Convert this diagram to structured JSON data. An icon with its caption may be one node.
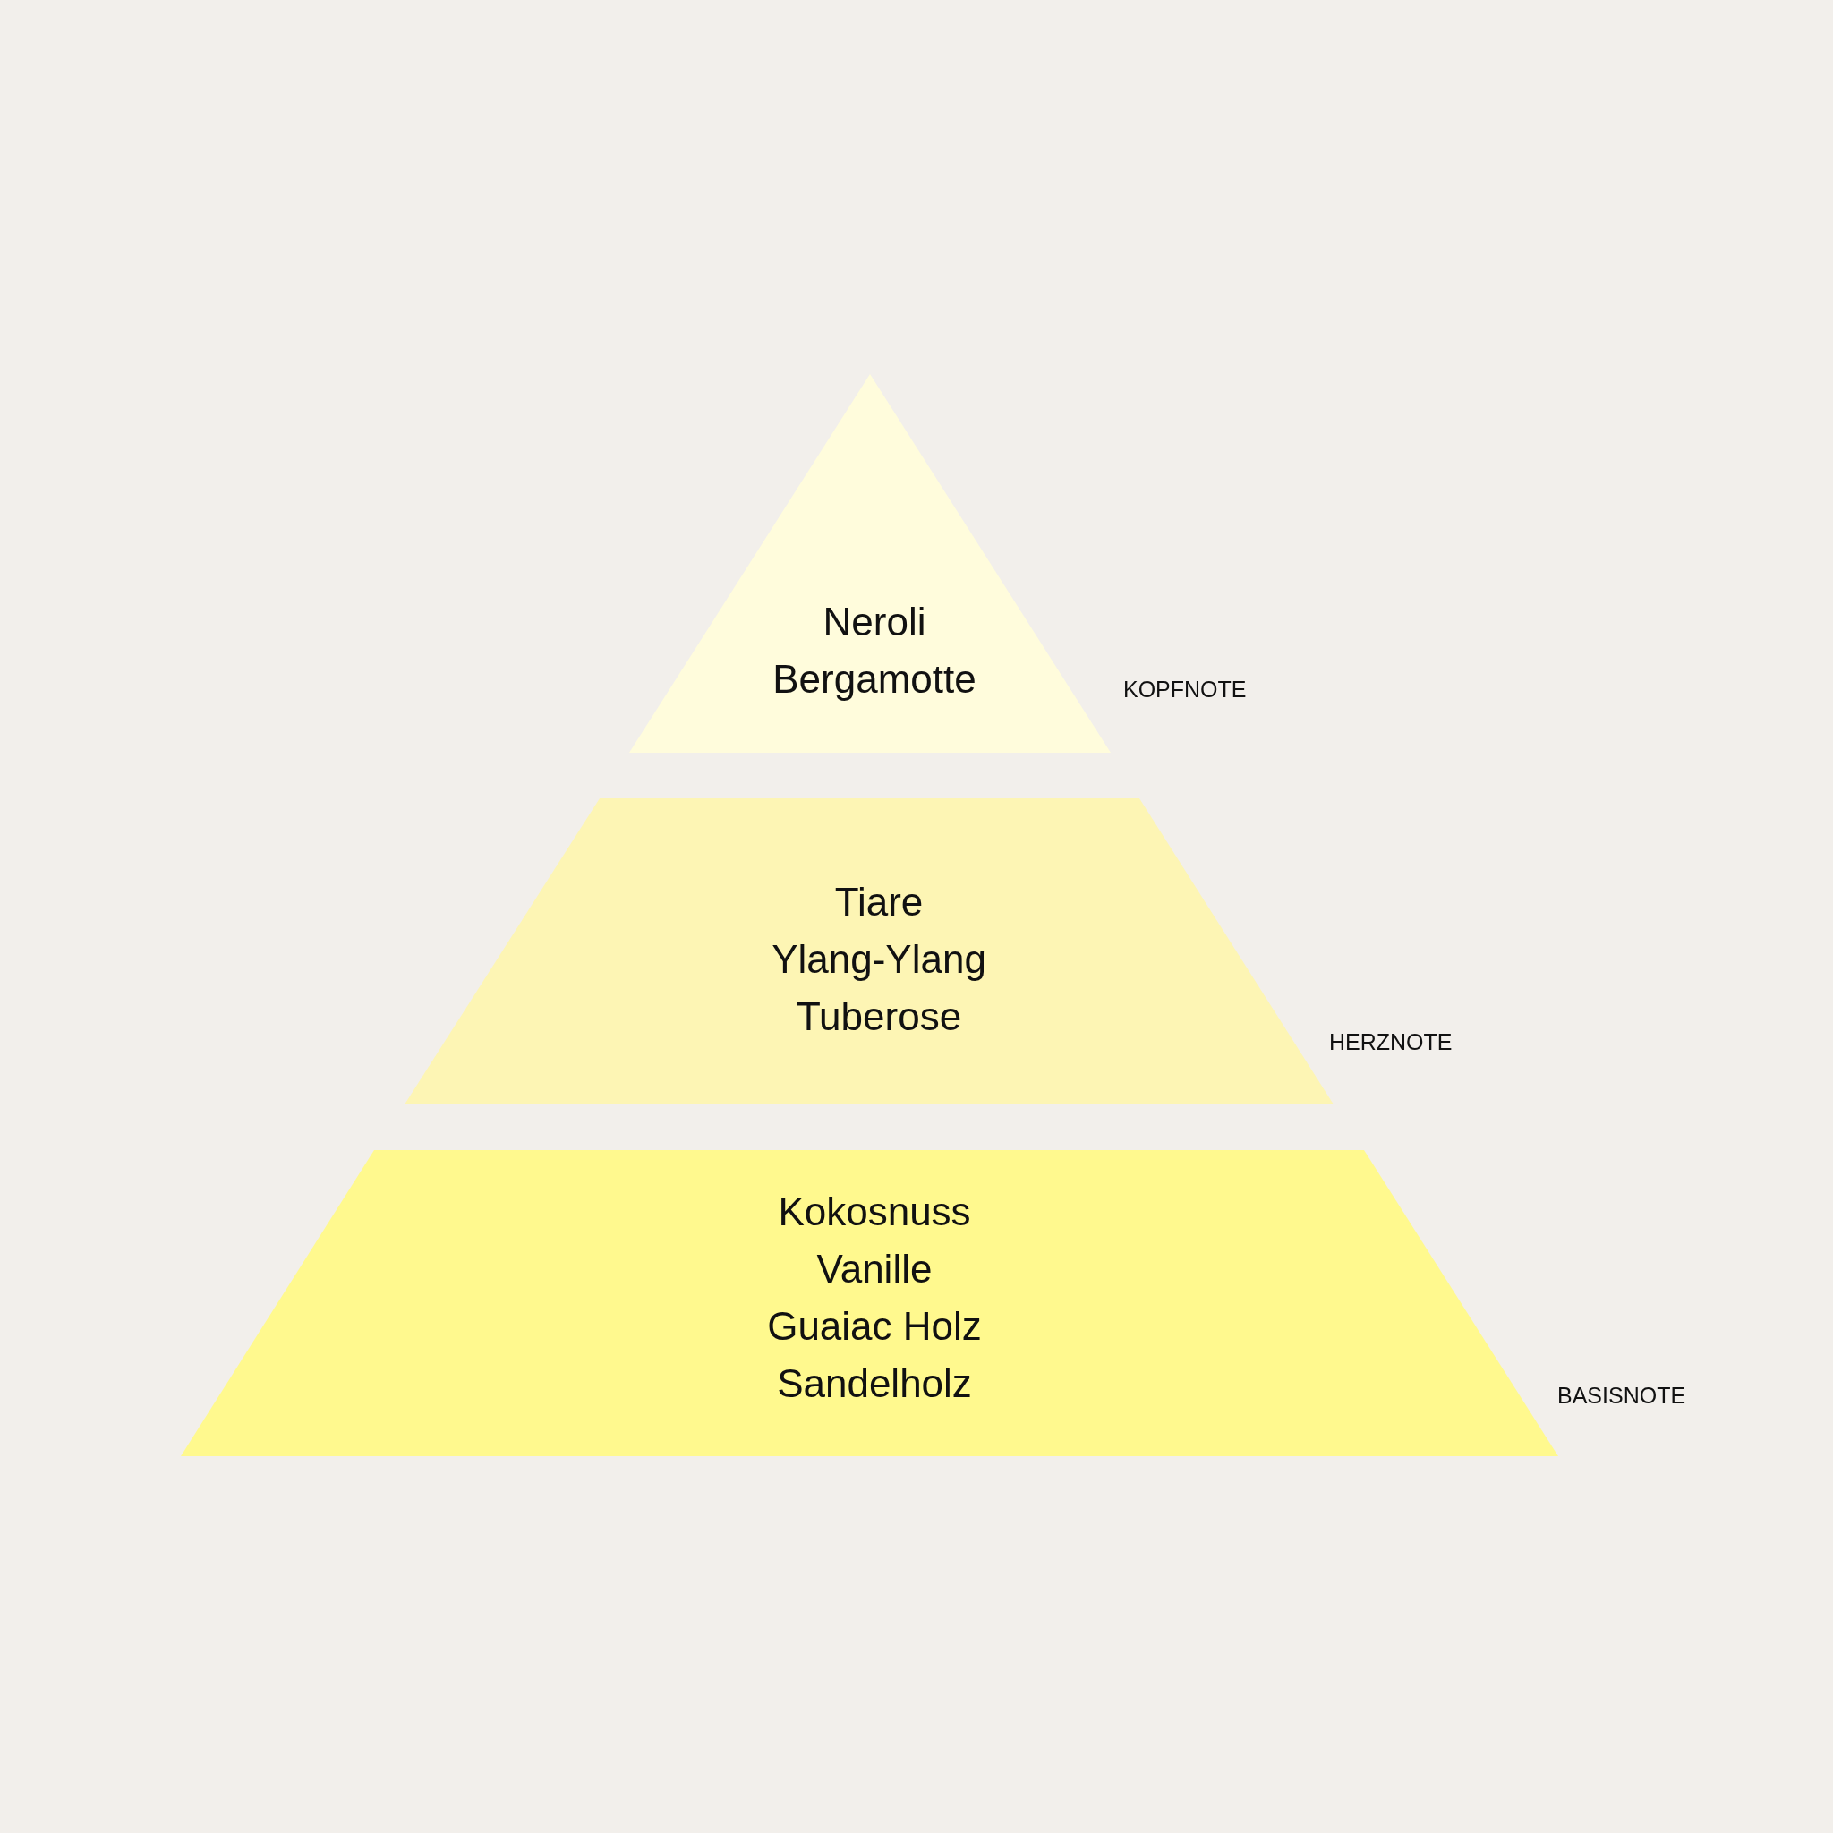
{
  "diagram": {
    "nodes": [
      {
        "text": [
          "Neroli",
          "Bergamotte"
        ],
        "beside": [
          "KOPFNOTE"
        ]
      },
      {
        "text": [
          "Tiare",
          "Ylang-Ylang",
          "Tuberose"
        ],
        "beside": [
          "HERZNOTE"
        ]
      },
      {
        "text": [
          "Kokosnuss",
          "Vanille",
          "Guaiac Holz",
          "Sandelholz"
        ],
        "beside": [
          "BASISNOTE"
        ]
      }
    ]
  }
}
